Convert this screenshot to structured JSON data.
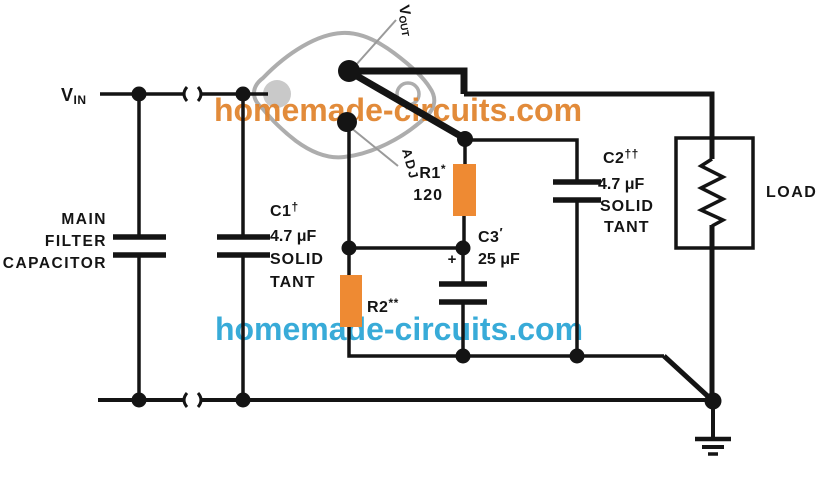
{
  "watermarks": {
    "top": {
      "text": "homemade-circuits.com"
    },
    "bottom": {
      "text": "homemade-circuits.com"
    }
  },
  "input": {
    "label_main": "V",
    "label_sub": "IN"
  },
  "regulator": {
    "vout_main": "V",
    "vout_sub": "OUT",
    "adj_label": "ADJ"
  },
  "main_filter_capacitor": {
    "line1": "MAIN",
    "line2": "FILTER",
    "line3": "CAPACITOR"
  },
  "c1": {
    "designator": "C1",
    "footnote": "†",
    "value": "4.7 μF",
    "type_line1": "SOLID",
    "type_line2": "TANT"
  },
  "c2": {
    "designator": "C2",
    "footnote": "††",
    "value": "4.7 μF",
    "type_line1": "SOLID",
    "type_line2": "TANT"
  },
  "c3": {
    "designator": "C3",
    "footnote": "′",
    "value": "25 μF",
    "polarity": "+"
  },
  "r1": {
    "designator": "R1",
    "footnote": "*",
    "value": "120"
  },
  "r2": {
    "designator": "R2",
    "footnote": "**"
  },
  "load": {
    "label": "LOAD"
  },
  "colors": {
    "resistor_body": "#EE8A33",
    "can_outline": "#ADADAD",
    "pin_pad_fill": "#C9C9C9",
    "watermark_top": "#E0832C",
    "watermark_bottom": "#2AA5D6",
    "line": "#141414"
  }
}
